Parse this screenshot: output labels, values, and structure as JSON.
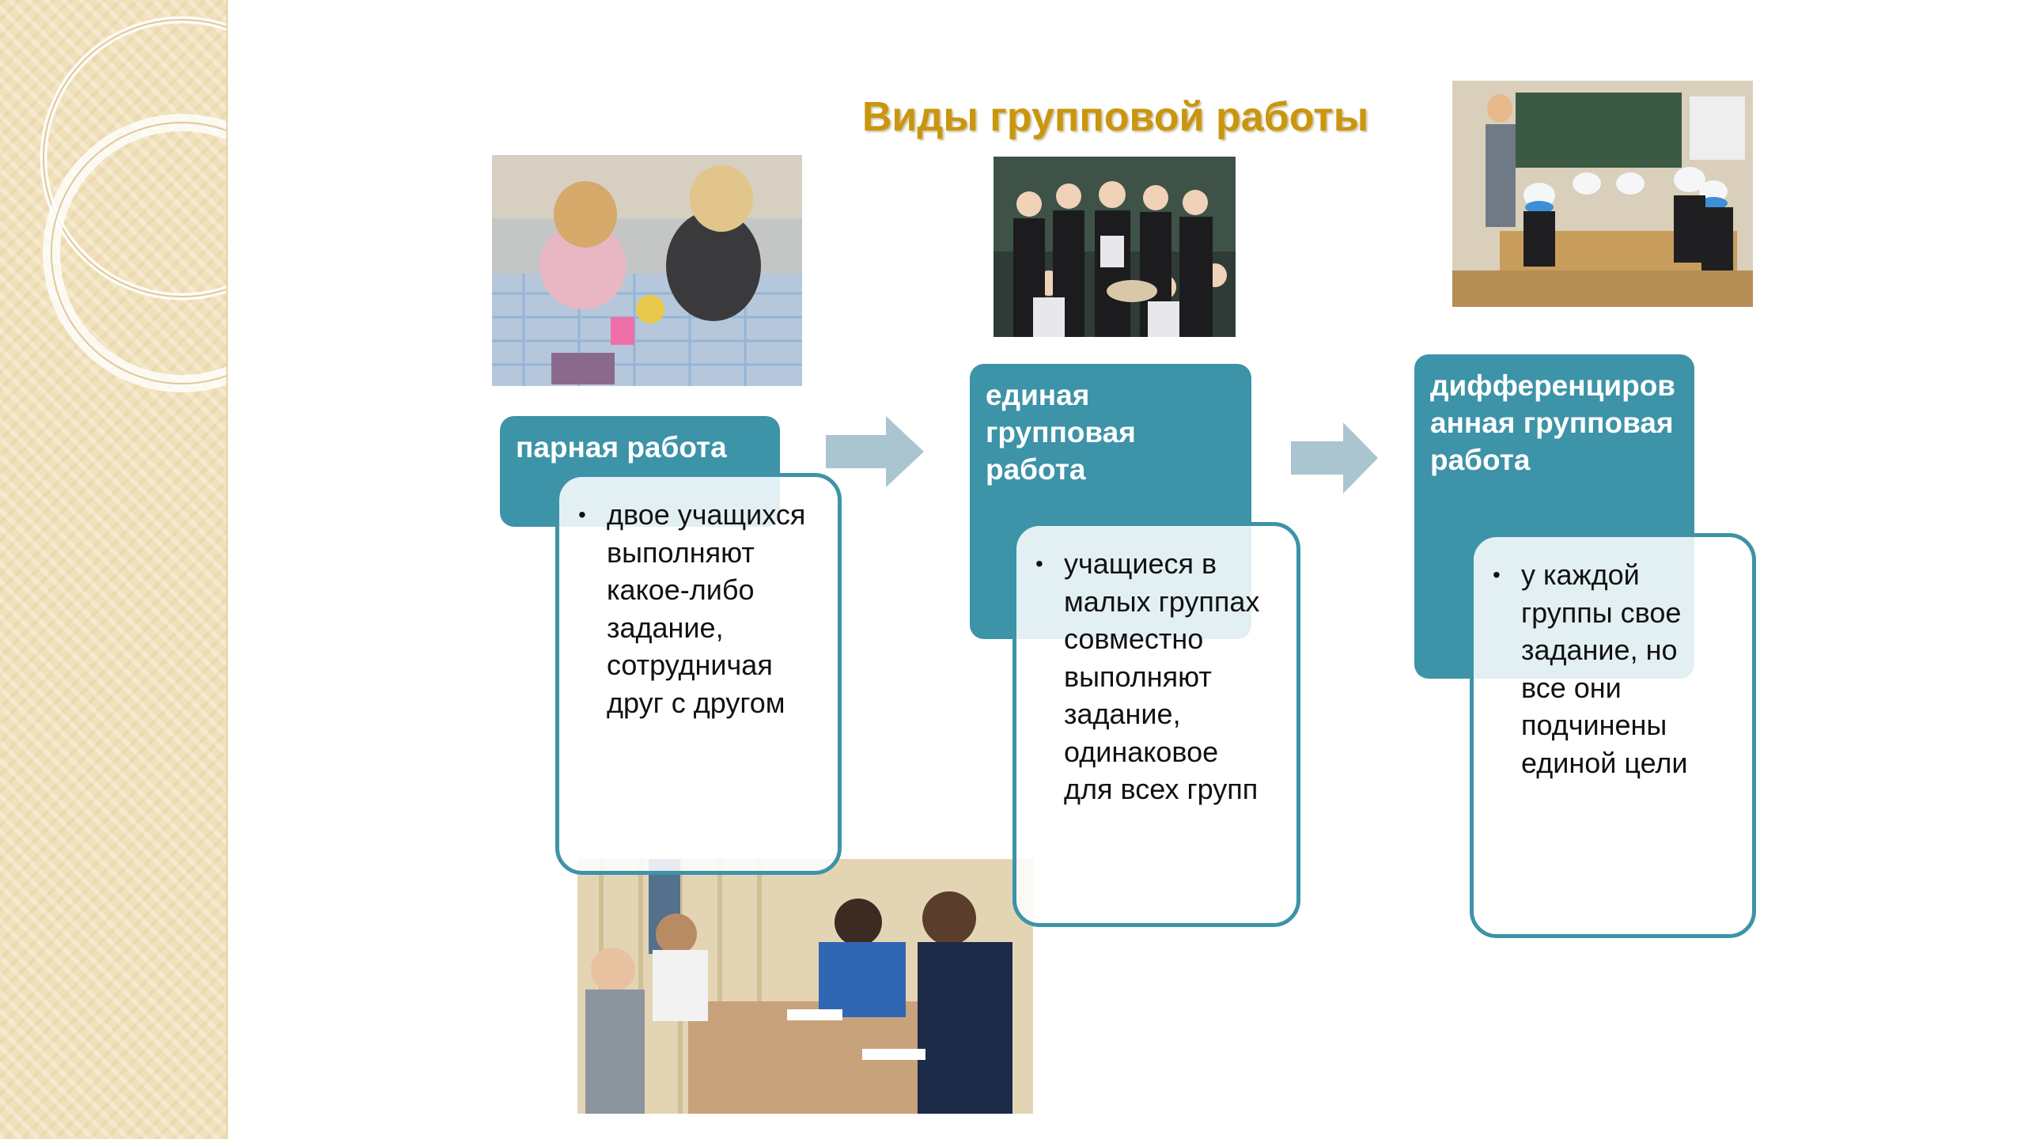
{
  "slide": {
    "title": "Виды групповой работы",
    "colors": {
      "accent": "#3d93a8",
      "title": "#c9960e",
      "arrow": "#aac5d0",
      "sidebar": "#f1e1bb"
    }
  },
  "cards": [
    {
      "header": "парная работа",
      "bullet": "двое учащихся выполняют какое-либо задание, сотрудничая друг с другом"
    },
    {
      "header": "единая групповая работа",
      "bullet": "учащиеся в малых группах совместно выполняют задание, одинаковое для всех групп"
    },
    {
      "header": "дифференцированная групповая работа",
      "bullet": "у каждой группы свое задание, но все они подчинены единой цели"
    }
  ],
  "bullet_glyph": "•",
  "icons": {
    "arrows": [
      "arrow-right-icon",
      "arrow-right-icon"
    ]
  }
}
